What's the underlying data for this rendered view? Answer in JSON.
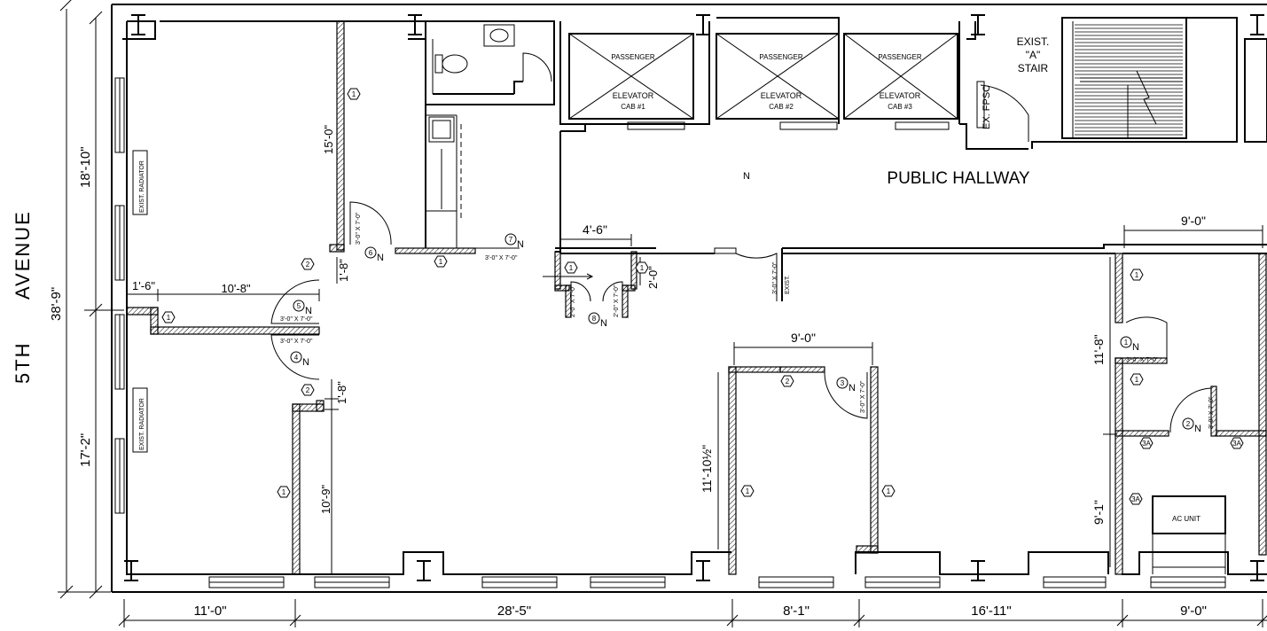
{
  "street": {
    "line1": "5TH",
    "line2": "AVENUE"
  },
  "rooms": {
    "public_hallway": "PUBLIC HALLWAY",
    "stair": [
      "EXIST.",
      "\"A\"",
      "STAIR"
    ],
    "fpsc": "EX. FPSC",
    "ac_unit": "AC UNIT",
    "radiator": "EXIST. RADIATOR",
    "exist": "EXIST."
  },
  "elevators": [
    {
      "line1": "PASSENGER",
      "line2": "ELEVATOR",
      "line3": "CAB #1"
    },
    {
      "line1": "PASSENGER",
      "line2": "ELEVATOR",
      "line3": "CAB #2"
    },
    {
      "line1": "PASSENGER",
      "line2": "ELEVATOR",
      "line3": "CAB #3"
    }
  ],
  "north": "N",
  "door_sizes": {
    "d3x7": "3'-0\" X 7'-0\"",
    "d2x7": "2'-0\" X 7'-0\""
  },
  "dimensions": {
    "left_top": "18'-10\"",
    "left_total": "38'-9\"",
    "left_bottom": "17'-2\"",
    "bottom": [
      "11'-0\"",
      "28'-5\"",
      "8'-1\"",
      "16'-11\"",
      "9'-0\""
    ],
    "d_1_6": "1'-6\"",
    "d_10_8": "10'-8\"",
    "d_15_0": "15'-0\"",
    "d_1_8a": "1'-8\"",
    "d_1_8b": "1'-8\"",
    "d_10_9": "10'-9\"",
    "d_4_6": "4'-6\"",
    "d_2_0": "2'-0\"",
    "d_9_0_top": "9'-0\"",
    "d_9_0_mid": "9'-0\"",
    "d_11_10": "11'-10½\"",
    "d_11_8": "11'-8\"",
    "d_9_1": "9'-1\""
  },
  "tags": {
    "t1": "1",
    "t2": "2",
    "t3": "3",
    "t3a": "3A",
    "t4": "4",
    "t5": "5",
    "t6": "6",
    "t7": "7",
    "t8": "8"
  }
}
